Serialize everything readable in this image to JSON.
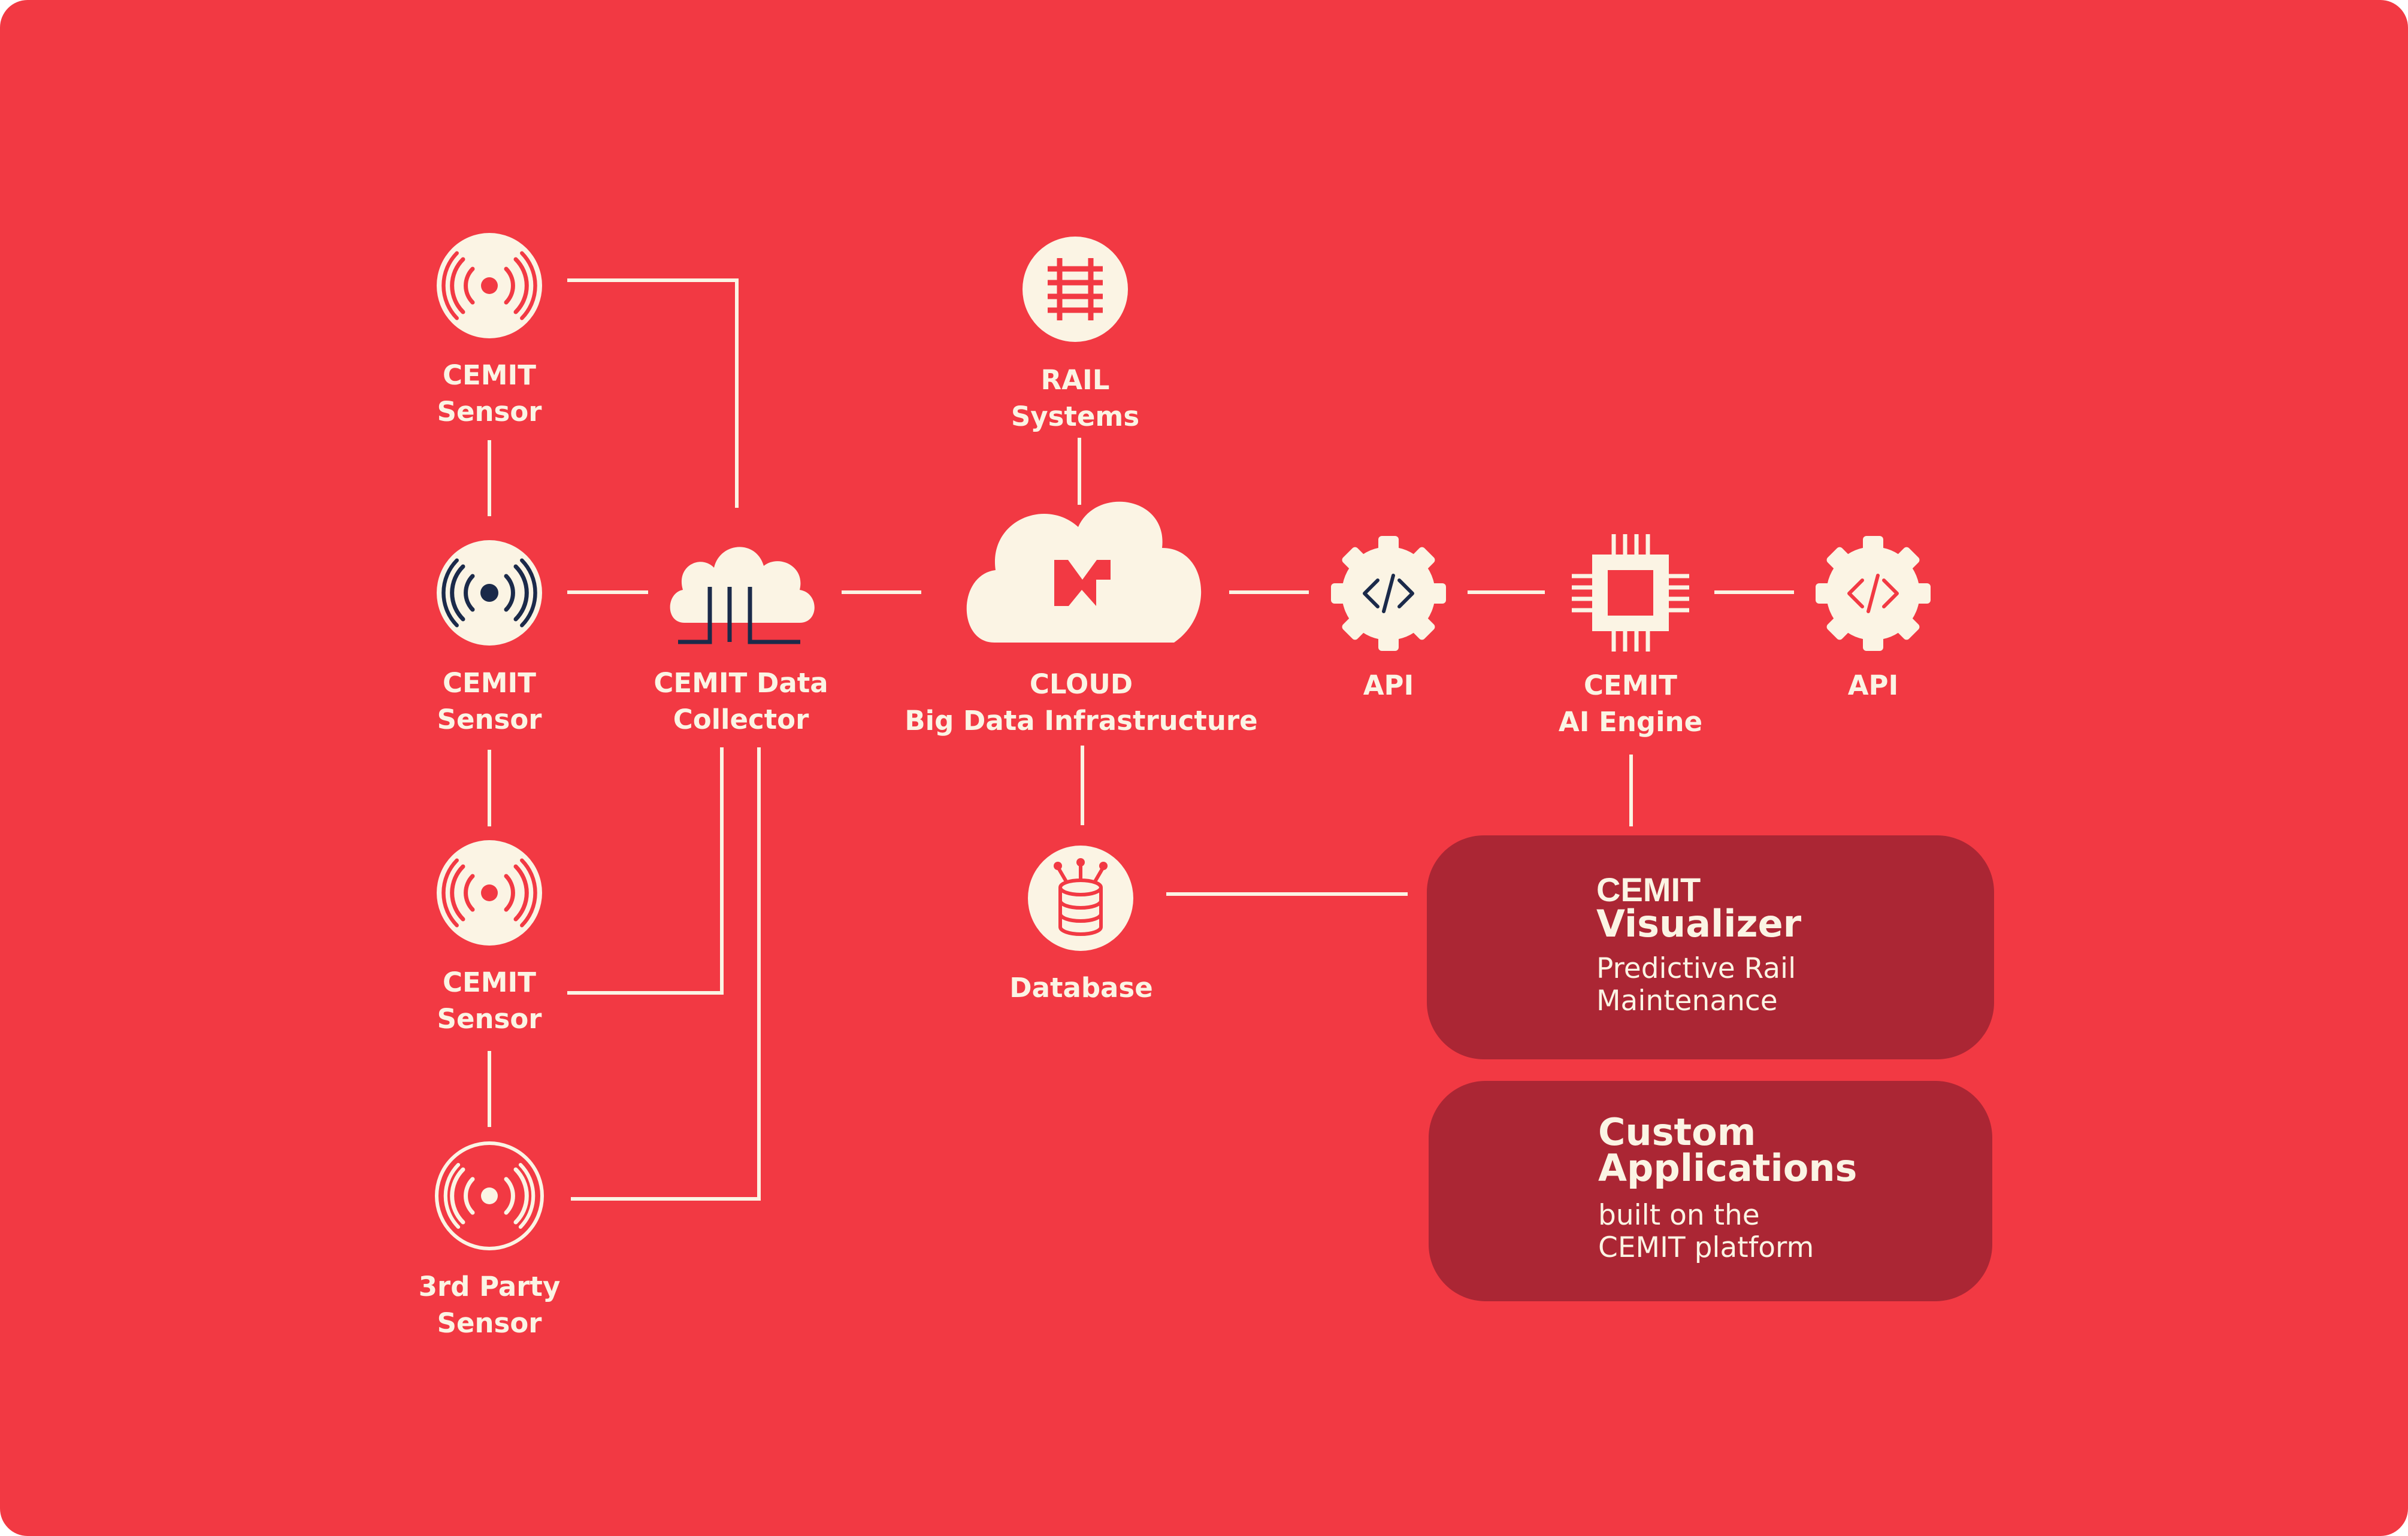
{
  "colors": {
    "background": "#f23943",
    "card": "#ab2634",
    "cream": "#fbf4e4",
    "navy": "#1b2a4a"
  },
  "nodes": {
    "sensor1": {
      "line1": "CEMIT",
      "line2": "Sensor",
      "icon": "wireless-sensor-icon"
    },
    "sensor2": {
      "line1": "CEMIT",
      "line2": "Sensor",
      "icon": "wireless-sensor-icon"
    },
    "sensor3": {
      "line1": "CEMIT",
      "line2": "Sensor",
      "icon": "wireless-sensor-icon"
    },
    "sensor4": {
      "line1": "3rd Party",
      "line2": "Sensor",
      "icon": "outlined-sensor-icon"
    },
    "collector": {
      "line1": "CEMIT Data",
      "line2": "Collector",
      "icon": "cloud-collector-icon"
    },
    "rail": {
      "line1": "RAIL",
      "line2": "Systems",
      "icon": "rail-track-icon"
    },
    "cloud": {
      "line1": "CLOUD",
      "line2": "Big Data Infrastructure",
      "icon": "cloud-icon"
    },
    "database": {
      "line1": "Database",
      "icon": "database-icon"
    },
    "api1": {
      "line1": "API",
      "icon": "api-gear-icon"
    },
    "ai": {
      "line1": "CEMIT",
      "line2": "AI Engine",
      "icon": "cpu-chip-icon"
    },
    "api2": {
      "line1": "API",
      "icon": "api-gear-icon"
    }
  },
  "cards": {
    "visualizer": {
      "brand": "CEMIT",
      "title": "Visualizer",
      "sub1": "Predictive Rail",
      "sub2": "Maintenance"
    },
    "custom": {
      "title1": "Custom",
      "title2": "Applications",
      "sub1": "built on the",
      "sub2": "CEMIT platform"
    }
  }
}
